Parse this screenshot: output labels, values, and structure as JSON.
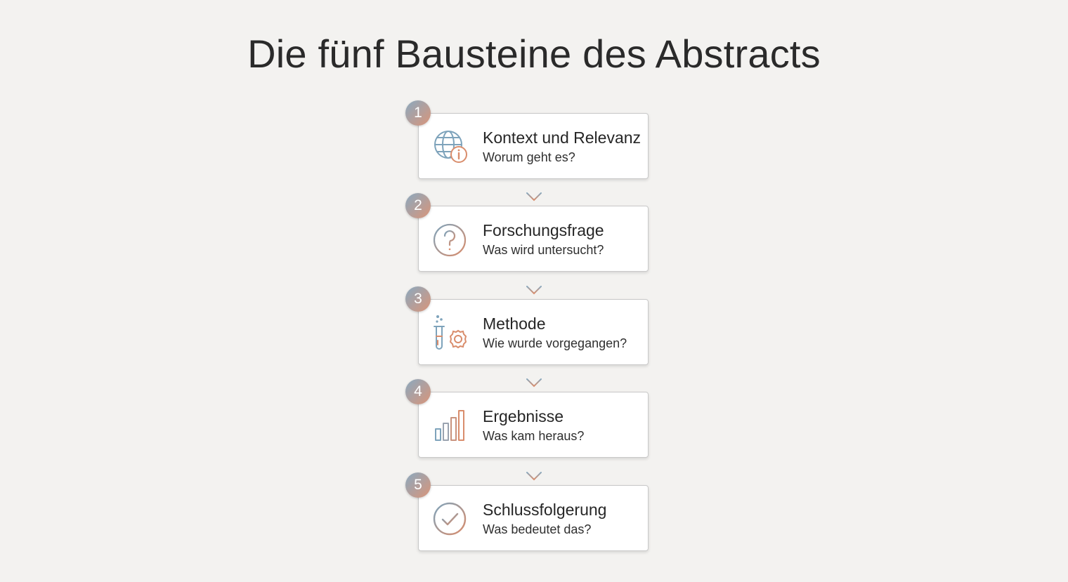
{
  "title": "Die fünf Bausteine des Abstracts",
  "colors": {
    "accent_blue": "#7ea3bb",
    "accent_orange": "#d98d6c",
    "background": "#f3f2f0"
  },
  "steps": [
    {
      "number": "1",
      "title": "Kontext und Relevanz",
      "subtitle": "Worum geht es?",
      "icon": "globe-info-icon"
    },
    {
      "number": "2",
      "title": "Forschungsfrage",
      "subtitle": "Was wird untersucht?",
      "icon": "question-icon"
    },
    {
      "number": "3",
      "title": "Methode",
      "subtitle": "Wie wurde vorgegangen?",
      "icon": "test-tube-gear-icon"
    },
    {
      "number": "4",
      "title": "Ergebnisse",
      "subtitle": "Was kam heraus?",
      "icon": "bar-chart-icon"
    },
    {
      "number": "5",
      "title": "Schlussfolgerung",
      "subtitle": "Was bedeutet das?",
      "icon": "checkmark-circle-icon"
    }
  ]
}
